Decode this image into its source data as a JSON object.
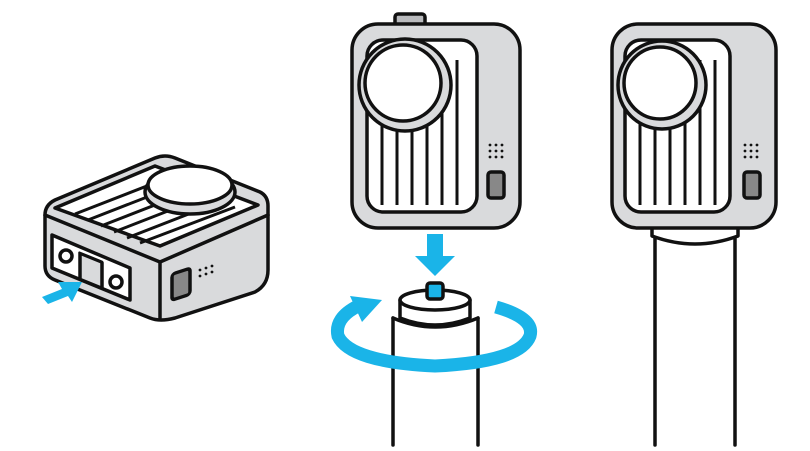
{
  "illustration": {
    "steps": [
      "camera-mount-side",
      "attach-to-pole-and-twist",
      "camera-mounted-on-pole"
    ],
    "colors": {
      "accent": "#1ab4e8",
      "outline": "#111111",
      "body": "#d9dadc",
      "body_shade": "#b9babd",
      "face": "#ffffff"
    },
    "icons": [
      "insert-arrow-icon",
      "down-arrow-icon",
      "rotate-arrow-icon"
    ]
  }
}
